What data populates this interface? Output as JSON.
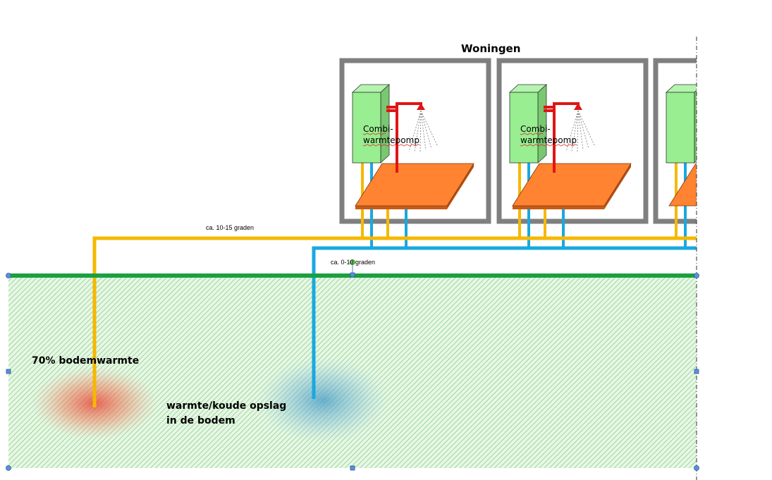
{
  "labels": {
    "houses_title": "Woningen",
    "warm_line": "ca. 10-15 graden",
    "cold_line": "ca. 0-10 graden",
    "soil_heat": "70% bodemwarmte",
    "storage_line1": "warmte/koude opslag",
    "storage_line2": "in de bodem"
  },
  "units": [
    {
      "line1": "Combi-",
      "line2": "warmtepomp"
    },
    {
      "line1": "Combi-",
      "line2": "warmtepomp"
    },
    {
      "line1": "",
      "line2": ""
    }
  ],
  "colors": {
    "warm_pipe": "#f5b800",
    "cold_pipe": "#1aa8e0",
    "ground_line": "#1aa040",
    "hot_water_pipe": "#e01515",
    "heat_pump": "#98ee90",
    "floor_heating": "#ff8330",
    "house_wall": "#7f7f7f",
    "soil_hatch": "#9ad89a"
  }
}
